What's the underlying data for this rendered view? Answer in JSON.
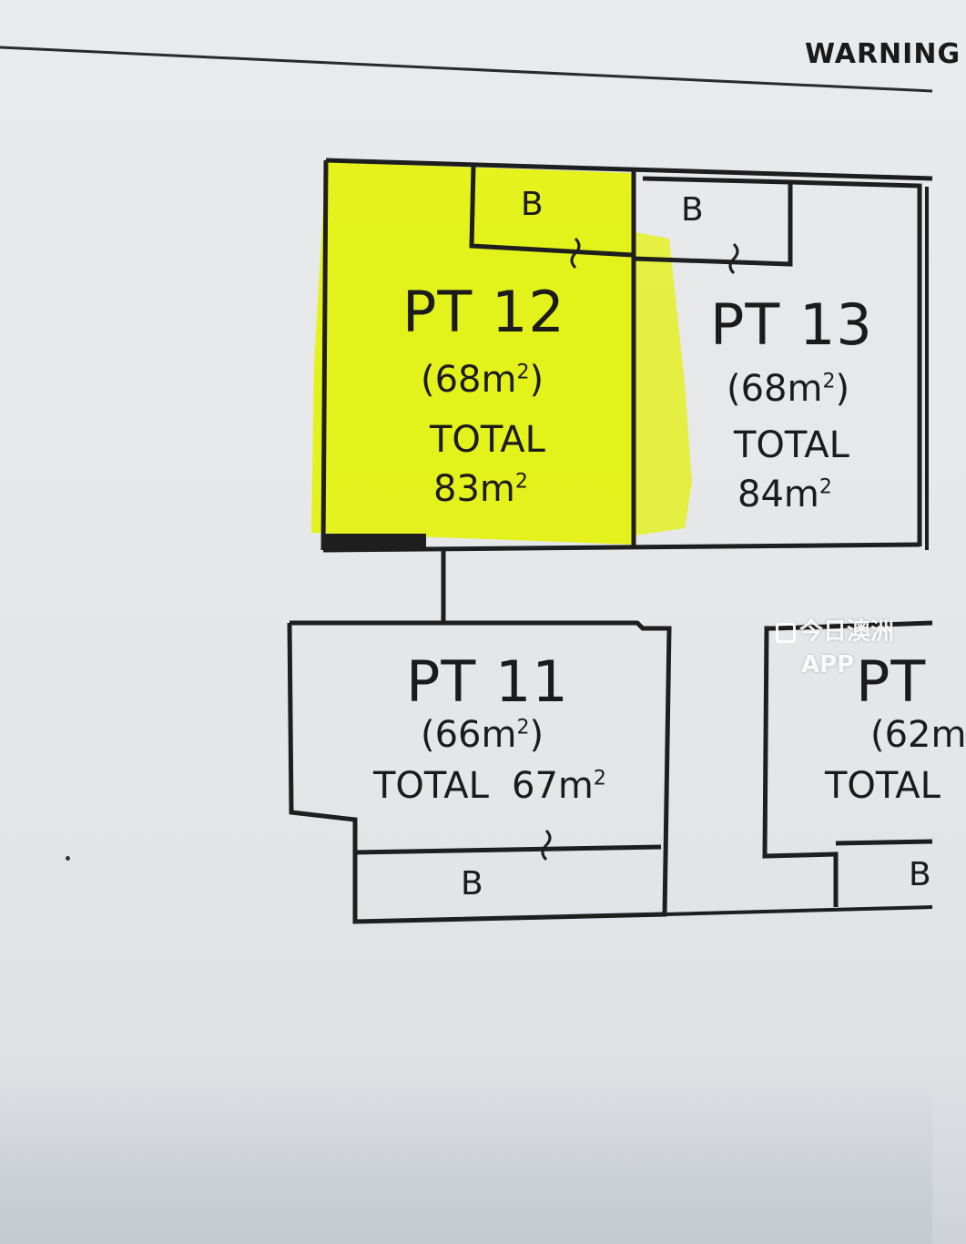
{
  "header": {
    "warning": "WARNING"
  },
  "units": [
    {
      "id": "pt12",
      "name": "PT 12",
      "area": "(68m",
      "area_end": ")",
      "total_label": "TOTAL",
      "total_value": "83m",
      "highlighted": true,
      "store": "B"
    },
    {
      "id": "pt13",
      "name": "PT 13",
      "area": "(68m",
      "area_end": ")",
      "total_label": "TOTAL",
      "total_value": "84m",
      "highlighted": false,
      "store": "B"
    },
    {
      "id": "pt11",
      "name": "PT 11",
      "area": "(66m",
      "area_end": ")",
      "total_label": "TOTAL",
      "total_value": "67m",
      "highlighted": false,
      "store": "B"
    },
    {
      "id": "pt10",
      "name": "PT",
      "area": "(62m",
      "total_label": "TOTAL",
      "store": "B"
    }
  ],
  "superscript": "2",
  "watermark": {
    "line1": "今日澳洲",
    "line2": "APP"
  },
  "colors": {
    "highlight": "#e4f20a",
    "line": "#1e1e1e",
    "paper": "#e8e9eb"
  }
}
